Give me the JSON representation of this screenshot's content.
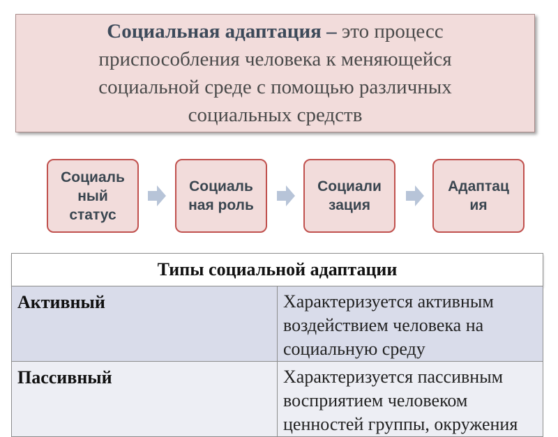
{
  "definition": {
    "term": "Социальная адаптация",
    "dash": " – ",
    "rest": "это процесс приспособления человека к меняющейся социальной среде с помощью различных социальных средств"
  },
  "flow": {
    "steps": [
      {
        "label": "Социаль\nный\nстатус"
      },
      {
        "label": "Социаль\nная роль"
      },
      {
        "label": "Социали\nзация"
      },
      {
        "label": "Адаптац\nия"
      }
    ],
    "arrow_color": "#b7c4d8"
  },
  "table": {
    "title": "Типы социальной адаптации",
    "rows": [
      {
        "type": "Активный",
        "description": "Характеризуется активным воздействием человека на социальную среду"
      },
      {
        "type": "Пассивный",
        "description": "Характеризуется пассивным восприятием человеком ценностей группы, окружения"
      }
    ]
  },
  "colors": {
    "box_fill": "#f2dcdb",
    "box_border": "#c0504d",
    "row_active": "#d9dcea",
    "row_passive": "#edeef4"
  }
}
